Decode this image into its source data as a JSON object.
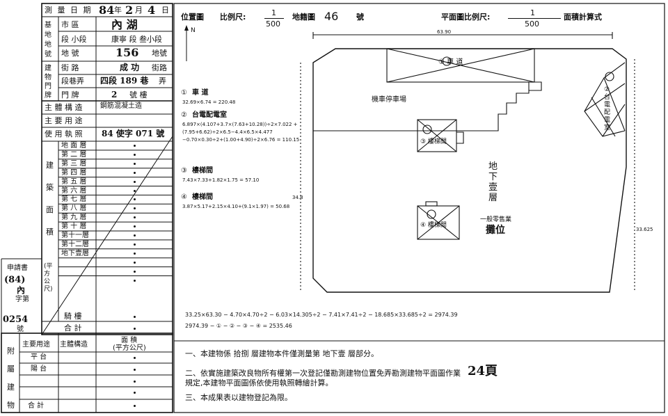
{
  "header": {
    "survey_date_label": "測 量 日 期",
    "survey_year": "84",
    "year_unit": "年",
    "survey_month": "2",
    "month_unit": "月",
    "survey_day": "4",
    "day_unit": "日",
    "city_district_label": "市  區",
    "city_district_value": "內 湖",
    "section_label": "段  小段",
    "section_value": "康寧  段 叁小段",
    "lot_label": "地  號",
    "lot_number": "156",
    "lot_suffix": "地號",
    "street_label": "街  路",
    "street_value": "成 功",
    "street_suffix": "街路",
    "lane_label": "段巷弄",
    "lane_value": "四段 189 巷",
    "lane_suffix": "弄",
    "door_label": "門  牌",
    "door_value": "2",
    "door_suffix": "號  樓",
    "group_base": "基地地號",
    "group_building": "建物門牌"
  },
  "building_info": {
    "structure_label": "主 體 構 造",
    "structure_value": "鋼筋混凝土造",
    "use_label": "主 要 用 途",
    "use_value": "",
    "license_label": "使 用 執 照",
    "license_value": "84 使字 071 號",
    "floors_group_label": "建 築 面 積",
    "unit_label": "(平方公尺)",
    "floors": [
      "地 面 層",
      "第 二 層",
      "第 三 層",
      "第 四 層",
      "第 五 層",
      "第 六 層",
      "第 七 層",
      "第 八 層",
      "第 九 層",
      "第 十 層",
      "第十一層",
      "第十二層",
      "地下壹層",
      "",
      "",
      ""
    ],
    "balcony_label": "騎  樓",
    "total_label": "合    計"
  },
  "application": {
    "label": "申請書",
    "year": "(84)",
    "word": "內",
    "char": "字第",
    "number": "0254",
    "suffix": "號"
  },
  "annex": {
    "group_label": "附屬建物",
    "col_use": "主要用途",
    "col_structure": "主體構造",
    "col_area": "面    積",
    "col_area_unit": "(平方公尺)",
    "rows": [
      "平 台",
      "陽 台",
      "",
      ""
    ],
    "total": "合 計"
  },
  "plan_header": {
    "location_label": "位置圖",
    "scale_label": "比例尺:",
    "scale_num": "1",
    "scale_den": "500",
    "map_label": "地籍圖",
    "map_no": "46",
    "map_suffix": "號",
    "plan_scale_label": "平面圖比例尺:",
    "plan_scale_num": "1",
    "plan_scale_den": "500",
    "area_calc_label": "面積計算式"
  },
  "calcs": [
    {
      "no": "①",
      "title": "車 道",
      "formula": "32.69×6.74 = 220.48"
    },
    {
      "no": "②",
      "title": "台電配電室",
      "formula": "6.897×(4.107+3.7×(7.63+10.28))÷2×7.022 +(7.95+6.62)÷2×6.5−4.4×6.5×4.477 −0.70×0.30÷2+(1.00+4.90)÷2×6.76 = 110.15"
    },
    {
      "no": "③",
      "title": "樓梯間",
      "formula": "7.43×7.33+1.82×1.75 = 57.10"
    },
    {
      "no": "④",
      "title": "樓梯間",
      "formula": "3.87×5.17+2.15×4.10+(9.1×1.97) = 50.68"
    }
  ],
  "plan_labels": {
    "width_top": "63.90",
    "height_right": "33.625",
    "height_left": "34.8",
    "parking": "機車停車場",
    "lane": "① 車 道",
    "stair3": "③ 樓梯間",
    "stair4": "④ 樓梯間",
    "substation": "② 台電配電室",
    "basement": "地下壹層",
    "shop": "一般零售業",
    "stalls": "攤位",
    "north": "N"
  },
  "total_formula": {
    "line1": "33.25×63.30 − 4.70×4.70÷2 − 6.03×14.305÷2 − 7.41×7.41÷2 − 18.685×33.685÷2 = 2974.39",
    "line2": "2974.39 − ① − ② − ③ − ④ = 2535.46"
  },
  "notes": [
    "一、本建物係 拾捌 層建物本件僅測量第 地下壹 層部分。",
    "二、依實施建築改良物所有權第一次登記僅勘測建物位置免弄勘測建物平面圖作業規定,本建物平面圖係依使用執照轉繪計算。",
    "三、本成果表以建物登記為限。"
  ],
  "signature": "24頁"
}
